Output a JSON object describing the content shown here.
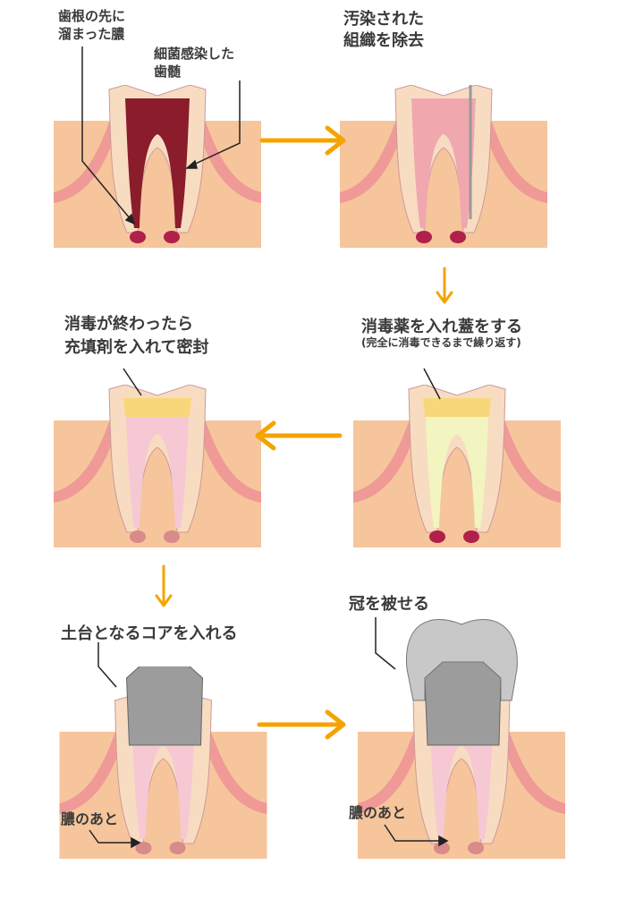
{
  "steps": [
    {
      "labels": [
        "歯根の先に",
        "溜まった膿"
      ],
      "labels2": [
        "細菌感染した",
        "歯髄"
      ]
    },
    {
      "labels": [
        "汚染された",
        "組織を除去"
      ]
    },
    {
      "labels": [
        "消毒薬を入れ蓋をする"
      ],
      "note": "(完全に消毒できるまで繰り返す)"
    },
    {
      "labels": [
        "消毒が終わったら",
        "充填剤を入れて密封"
      ]
    },
    {
      "labels": [
        "土台となるコアを入れる"
      ],
      "scar": "膿のあと"
    },
    {
      "labels": [
        "冠を被せる"
      ],
      "scar": "膿のあと"
    }
  ],
  "colors": {
    "arrow": "#f5a300",
    "bone": "#f6c59c",
    "gum": "#ef9a97",
    "tooth": "#f8dcc2",
    "pus": "#b0204a"
  }
}
